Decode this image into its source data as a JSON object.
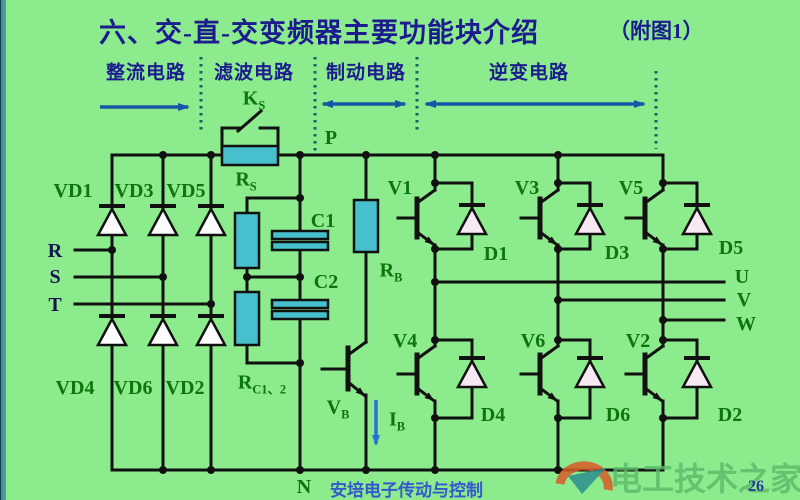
{
  "title": {
    "text": "六、交-直-交变频器主要功能块介绍",
    "figure_ref": "（附图1）"
  },
  "sections": {
    "rectifier": "整流电路",
    "filter": "滤波电路",
    "brake": "制动电路",
    "inverter": "逆变电路"
  },
  "bus": {
    "positive": "P",
    "negative": "N"
  },
  "input_phases": [
    "R",
    "S",
    "T"
  ],
  "output_phases": [
    "U",
    "V",
    "W"
  ],
  "rectifier_diodes": {
    "top": [
      "VD1",
      "VD3",
      "VD5"
    ],
    "bottom": [
      "VD4",
      "VD6",
      "VD2"
    ]
  },
  "inverter_devices": {
    "top_transistors": [
      "V1",
      "V3",
      "V5"
    ],
    "bottom_transistors": [
      "V4",
      "V6",
      "V2"
    ],
    "top_diodes": [
      "D1",
      "D3",
      "D5"
    ],
    "bottom_diodes": [
      "D4",
      "D6",
      "D2"
    ]
  },
  "filter_caps": {
    "c1": "C1",
    "c2": "C2"
  },
  "sub_labels": {
    "ks": {
      "main": "K",
      "sub": "S"
    },
    "rs": {
      "main": "R",
      "sub": "S"
    },
    "rc": {
      "main": "R",
      "sub": "C1、2"
    },
    "rb": {
      "main": "R",
      "sub": "B"
    },
    "vb": {
      "main": "V",
      "sub": "B"
    },
    "ib": {
      "main": "I",
      "sub": "B"
    }
  },
  "footer": {
    "caption": "安培电子传动与控制",
    "page_number": "26",
    "watermark": "电工技术之家"
  },
  "colors": {
    "background": "#8ceb8c",
    "wire": "#111111",
    "component_fill": "#45c0cc",
    "label_green": "#0c750c",
    "heading_blue": "#1c1c8f",
    "arrow_blue": "#1857a6",
    "ib_arrow_blue": "#2b6fd4",
    "watermark_green": "#5cb96a",
    "side_stripe": "#3f8e96"
  }
}
